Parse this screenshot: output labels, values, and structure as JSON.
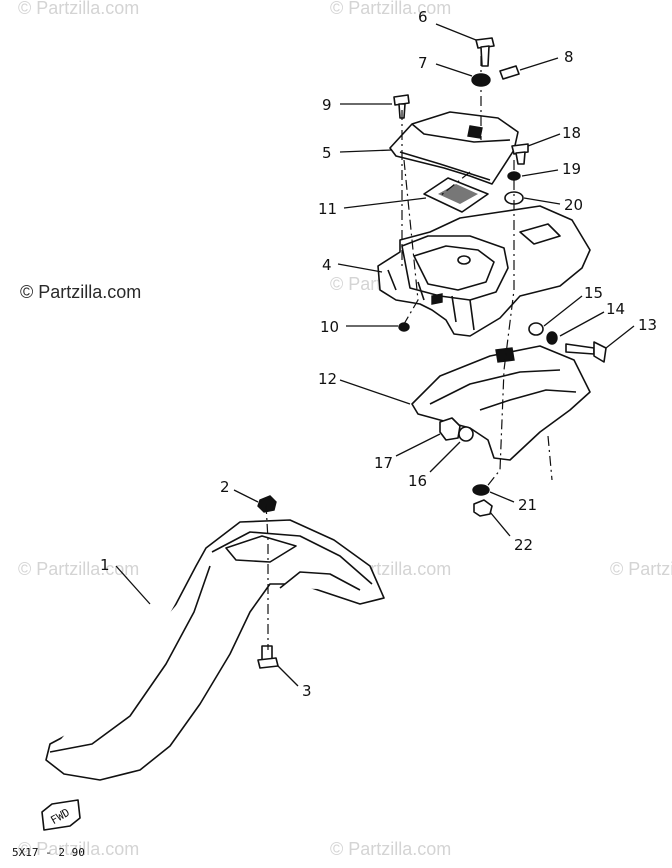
{
  "diagram": {
    "drawing_code": "5X17 - 2 90",
    "fwd_marker": "FWD",
    "watermark": "© Partzilla.com",
    "watermark_prominent": "© Partzilla.com",
    "callouts": [
      {
        "id": "1",
        "label": "1"
      },
      {
        "id": "2",
        "label": "2"
      },
      {
        "id": "3",
        "label": "3"
      },
      {
        "id": "4",
        "label": "4"
      },
      {
        "id": "5",
        "label": "5"
      },
      {
        "id": "6",
        "label": "6"
      },
      {
        "id": "7",
        "label": "7"
      },
      {
        "id": "8",
        "label": "8"
      },
      {
        "id": "9",
        "label": "9"
      },
      {
        "id": "10",
        "label": "10"
      },
      {
        "id": "11",
        "label": "11"
      },
      {
        "id": "12",
        "label": "12"
      },
      {
        "id": "13",
        "label": "13"
      },
      {
        "id": "14",
        "label": "14"
      },
      {
        "id": "15",
        "label": "15"
      },
      {
        "id": "16",
        "label": "16"
      },
      {
        "id": "17",
        "label": "17"
      },
      {
        "id": "18",
        "label": "18"
      },
      {
        "id": "19",
        "label": "19"
      },
      {
        "id": "20",
        "label": "20"
      },
      {
        "id": "21",
        "label": "21"
      },
      {
        "id": "22",
        "label": "22"
      }
    ]
  }
}
